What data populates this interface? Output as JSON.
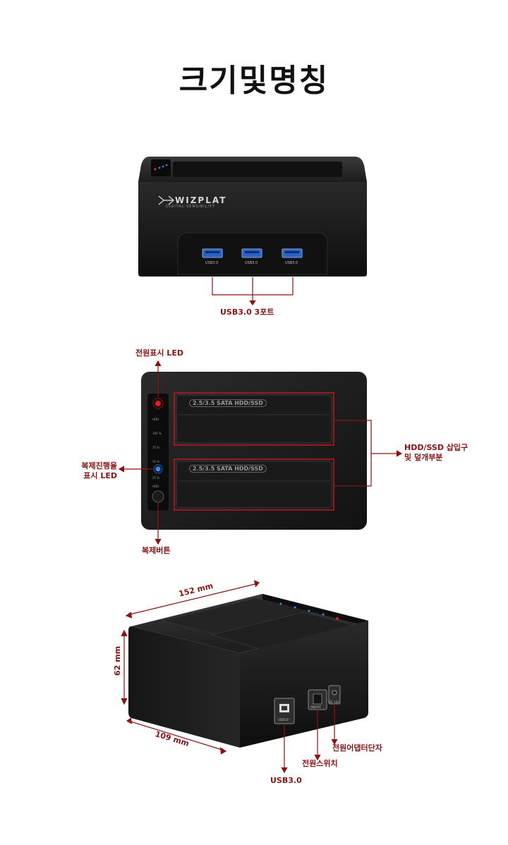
{
  "title": "크기및명칭",
  "front": {
    "brand": "WIZPLAT",
    "tagline": "DIGITAL SENSIBILITY",
    "port_labels": [
      "USB3.0",
      "USB3.0",
      "USB3.0"
    ],
    "callout": "USB3.0 3포트"
  },
  "top": {
    "slot_labels": [
      "2.5/3.5 SATA HDD/SSD",
      "2.5/3.5 SATA HDD/SSD"
    ],
    "led_texts": [
      "HDD",
      "100 %",
      "75 %",
      "50 %",
      "25 %",
      "HDD"
    ],
    "power_led": "전원표시 LED",
    "copy_led": [
      "복제진행율",
      "표시 LED"
    ],
    "copy_button": "복제버튼",
    "slot_callout": [
      "HDD/SSD 삽입구",
      "및 덮개부분"
    ]
  },
  "iso": {
    "width": "152 mm",
    "height": "62 mm",
    "depth": "109 mm",
    "usb_panel": "USB3.0",
    "switch_panel": "ON/OFF",
    "dc_panel": "DC 12V",
    "usb_callout": "USB3.0",
    "switch_callout": "전원스위치",
    "adapter_callout": "전원어댑터단자"
  },
  "colors": {
    "accent": "#8a1212",
    "device": "#1a1a1a",
    "usb_blue": "#2a62c8"
  }
}
